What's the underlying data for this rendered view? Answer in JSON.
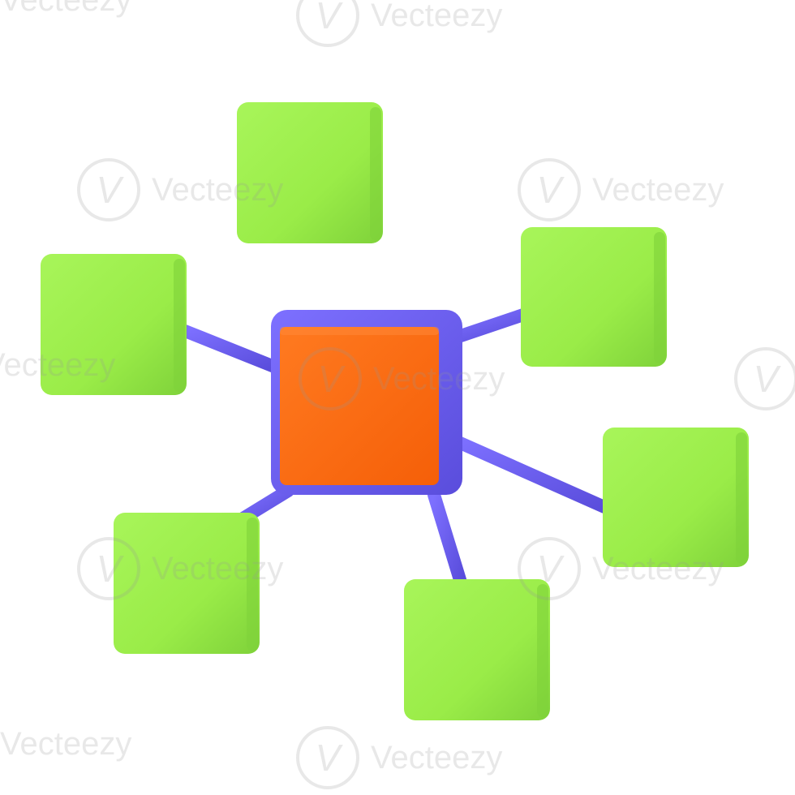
{
  "diagram": {
    "hub": {
      "label": "",
      "color": "#ff6a10",
      "frame_color": "#6e5ff0"
    },
    "nodes": [
      {
        "name": "top",
        "color": "#9cf04a"
      },
      {
        "name": "upper-right",
        "color": "#9cf04a"
      },
      {
        "name": "right",
        "color": "#9cf04a"
      },
      {
        "name": "bottom",
        "color": "#9cf04a"
      },
      {
        "name": "lower-left",
        "color": "#9cf04a"
      },
      {
        "name": "left",
        "color": "#9cf04a"
      }
    ],
    "connector_color": "#6e5ff0"
  },
  "watermark": {
    "text": "Vecteezy",
    "logo_glyph": "V"
  }
}
